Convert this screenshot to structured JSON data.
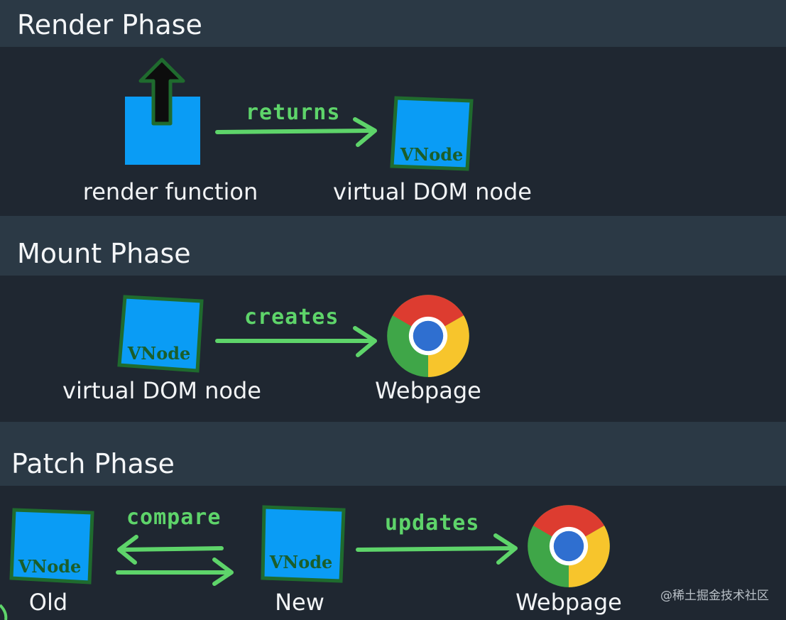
{
  "phases": {
    "render": {
      "title": "Render Phase",
      "source_label": "render function",
      "arrow_label": "returns",
      "target_label": "virtual DOM node",
      "target_box_text": "VNode"
    },
    "mount": {
      "title": "Mount Phase",
      "source_label": "virtual DOM node",
      "source_box_text": "VNode",
      "arrow_label": "creates",
      "target_label": "Webpage"
    },
    "patch": {
      "title": "Patch Phase",
      "old_label": "Old",
      "old_box_text": "VNode",
      "compare_label": "compare",
      "new_label": "New",
      "new_box_text": "VNode",
      "update_label": "updates",
      "target_label": "Webpage"
    }
  },
  "watermark": "@稀土掘金技术社区",
  "colors": {
    "header_bg": "#2b3945",
    "band_bg": "#1f2731",
    "box_blue": "#0a9cf5",
    "box_border": "#1f6b2e",
    "arrow_green": "#5ed46a"
  },
  "icons": {
    "render_arrow": "up-arrow-icon",
    "browser": "chrome-icon"
  }
}
